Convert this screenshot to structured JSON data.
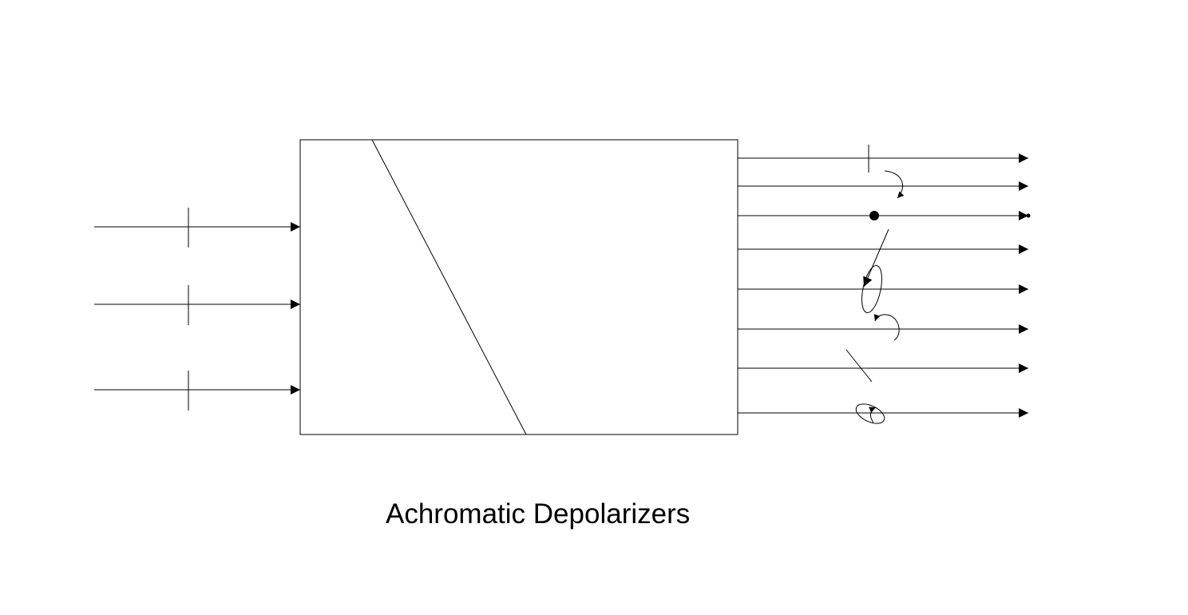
{
  "caption": "Achromatic Depolarizers",
  "colors": {
    "stroke": "#000000",
    "background": "#ffffff"
  },
  "diagram": {
    "input_beams": [
      {
        "id": "input-beam-1",
        "polarization": "vertical-linear"
      },
      {
        "id": "input-beam-2",
        "polarization": "vertical-linear"
      },
      {
        "id": "input-beam-3",
        "polarization": "vertical-linear"
      }
    ],
    "output_beams": [
      {
        "id": "output-beam-1",
        "polarization": "vertical-linear"
      },
      {
        "id": "output-beam-2",
        "polarization": "circular-partial"
      },
      {
        "id": "output-beam-3",
        "polarization": "horizontal-linear"
      },
      {
        "id": "output-beam-4",
        "polarization": "elliptical"
      },
      {
        "id": "output-beam-5",
        "polarization": "elliptical-large"
      },
      {
        "id": "output-beam-6",
        "polarization": "circular-partial"
      },
      {
        "id": "output-beam-7",
        "polarization": "diagonal-linear"
      },
      {
        "id": "output-beam-8",
        "polarization": "elliptical"
      }
    ]
  }
}
